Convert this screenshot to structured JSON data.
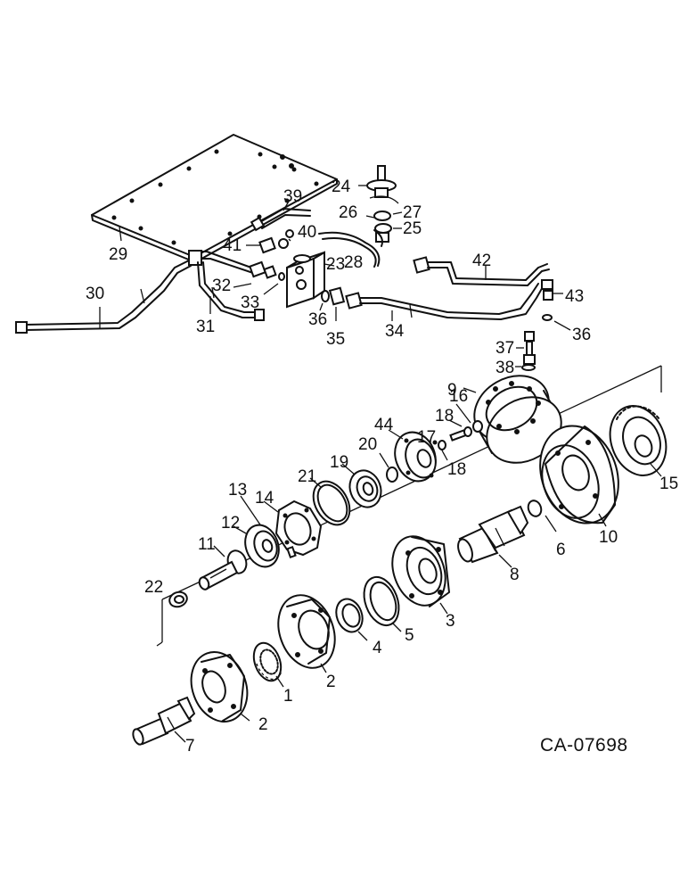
{
  "diagram": {
    "drawing_code": "CA-07698",
    "part_labels": [
      {
        "id": "p24",
        "text": "24"
      },
      {
        "id": "p39",
        "text": "39"
      },
      {
        "id": "p26",
        "text": "26"
      },
      {
        "id": "p27",
        "text": "27"
      },
      {
        "id": "p25",
        "text": "25"
      },
      {
        "id": "p40",
        "text": "40"
      },
      {
        "id": "p41",
        "text": "41"
      },
      {
        "id": "p29",
        "text": "29"
      },
      {
        "id": "p28",
        "text": "28"
      },
      {
        "id": "p23",
        "text": "23"
      },
      {
        "id": "p42",
        "text": "42"
      },
      {
        "id": "p30",
        "text": "30"
      },
      {
        "id": "p32",
        "text": "32"
      },
      {
        "id": "p33",
        "text": "33"
      },
      {
        "id": "p31",
        "text": "31"
      },
      {
        "id": "p36a",
        "text": "36"
      },
      {
        "id": "p35",
        "text": "35"
      },
      {
        "id": "p34",
        "text": "34"
      },
      {
        "id": "p43",
        "text": "43"
      },
      {
        "id": "p36b",
        "text": "36"
      },
      {
        "id": "p37",
        "text": "37"
      },
      {
        "id": "p38",
        "text": "38"
      },
      {
        "id": "p9",
        "text": "9"
      },
      {
        "id": "p16",
        "text": "16"
      },
      {
        "id": "p18a",
        "text": "18"
      },
      {
        "id": "p44",
        "text": "44"
      },
      {
        "id": "p17",
        "text": "17"
      },
      {
        "id": "p18b",
        "text": "18"
      },
      {
        "id": "p20",
        "text": "20"
      },
      {
        "id": "p19",
        "text": "19"
      },
      {
        "id": "p21",
        "text": "21"
      },
      {
        "id": "p13",
        "text": "13"
      },
      {
        "id": "p14",
        "text": "14"
      },
      {
        "id": "p12",
        "text": "12"
      },
      {
        "id": "p11",
        "text": "11"
      },
      {
        "id": "p22",
        "text": "22"
      },
      {
        "id": "p15",
        "text": "15"
      },
      {
        "id": "p10",
        "text": "10"
      },
      {
        "id": "p6",
        "text": "6"
      },
      {
        "id": "p8",
        "text": "8"
      },
      {
        "id": "p3",
        "text": "3"
      },
      {
        "id": "p5",
        "text": "5"
      },
      {
        "id": "p4",
        "text": "4"
      },
      {
        "id": "p2a",
        "text": "2"
      },
      {
        "id": "p1",
        "text": "1"
      },
      {
        "id": "p2b",
        "text": "2"
      },
      {
        "id": "p7",
        "text": "7"
      }
    ]
  }
}
